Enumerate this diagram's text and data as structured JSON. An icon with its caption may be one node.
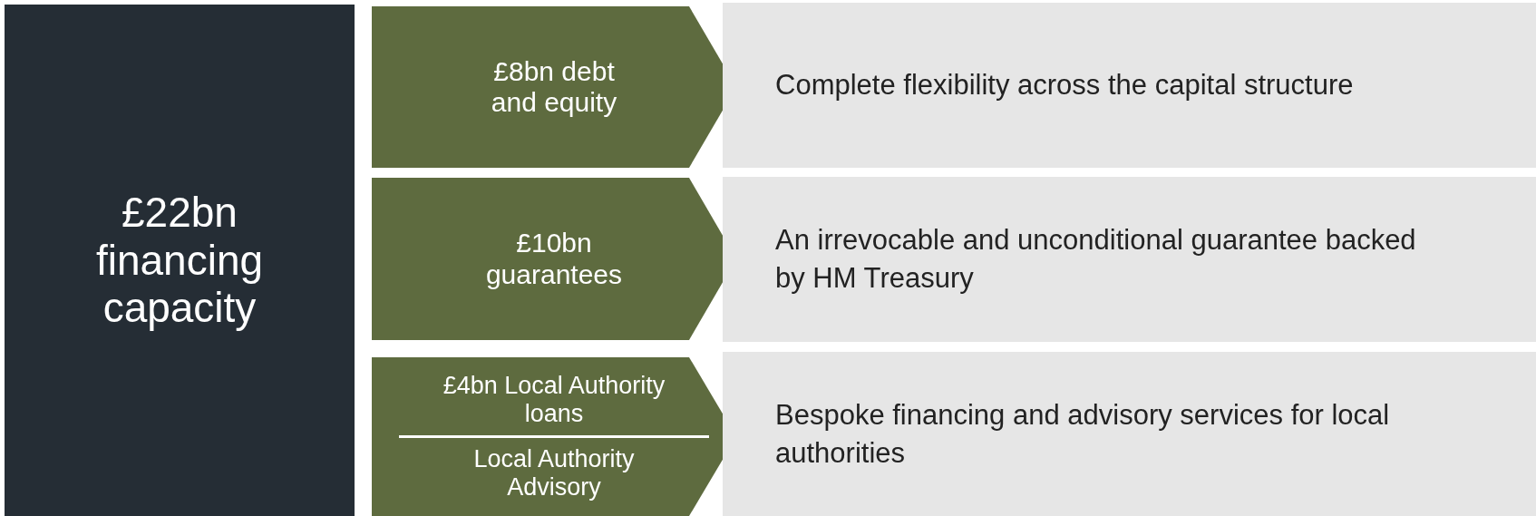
{
  "diagram": {
    "nodes": [
      {
        "text": [
          "£22bn financing capacity"
        ]
      },
      {
        "text": [
          "£8bn debt and equity"
        ]
      },
      {
        "text": [
          "Complete flexibility across the capital structure"
        ]
      },
      {
        "text": [
          "£10bn guarantees"
        ]
      },
      {
        "text": [
          "An irrevocable and unconditional guarantee backed by HM Treasury"
        ]
      },
      {
        "text": [
          "£4bn Local Authority loans",
          "Local Authority Advisory"
        ]
      },
      {
        "text": [
          "Bespoke financing and advisory services for local authorities"
        ]
      }
    ]
  }
}
